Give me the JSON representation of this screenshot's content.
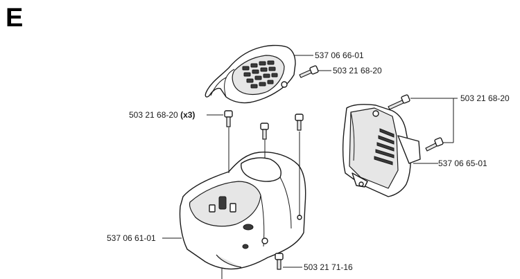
{
  "section_letter": "E",
  "callouts": {
    "cover_top": "537 06 66-01",
    "screw_top": "503 21 68-20",
    "screw_right": "503 21 68-20",
    "screws_x3_number": "503 21 68-20",
    "screws_x3_qty": "(x3)",
    "cover_right": "537 06 65-01",
    "housing_main": "537 06 61-01",
    "screw_bottom": "503 21 71-16"
  }
}
